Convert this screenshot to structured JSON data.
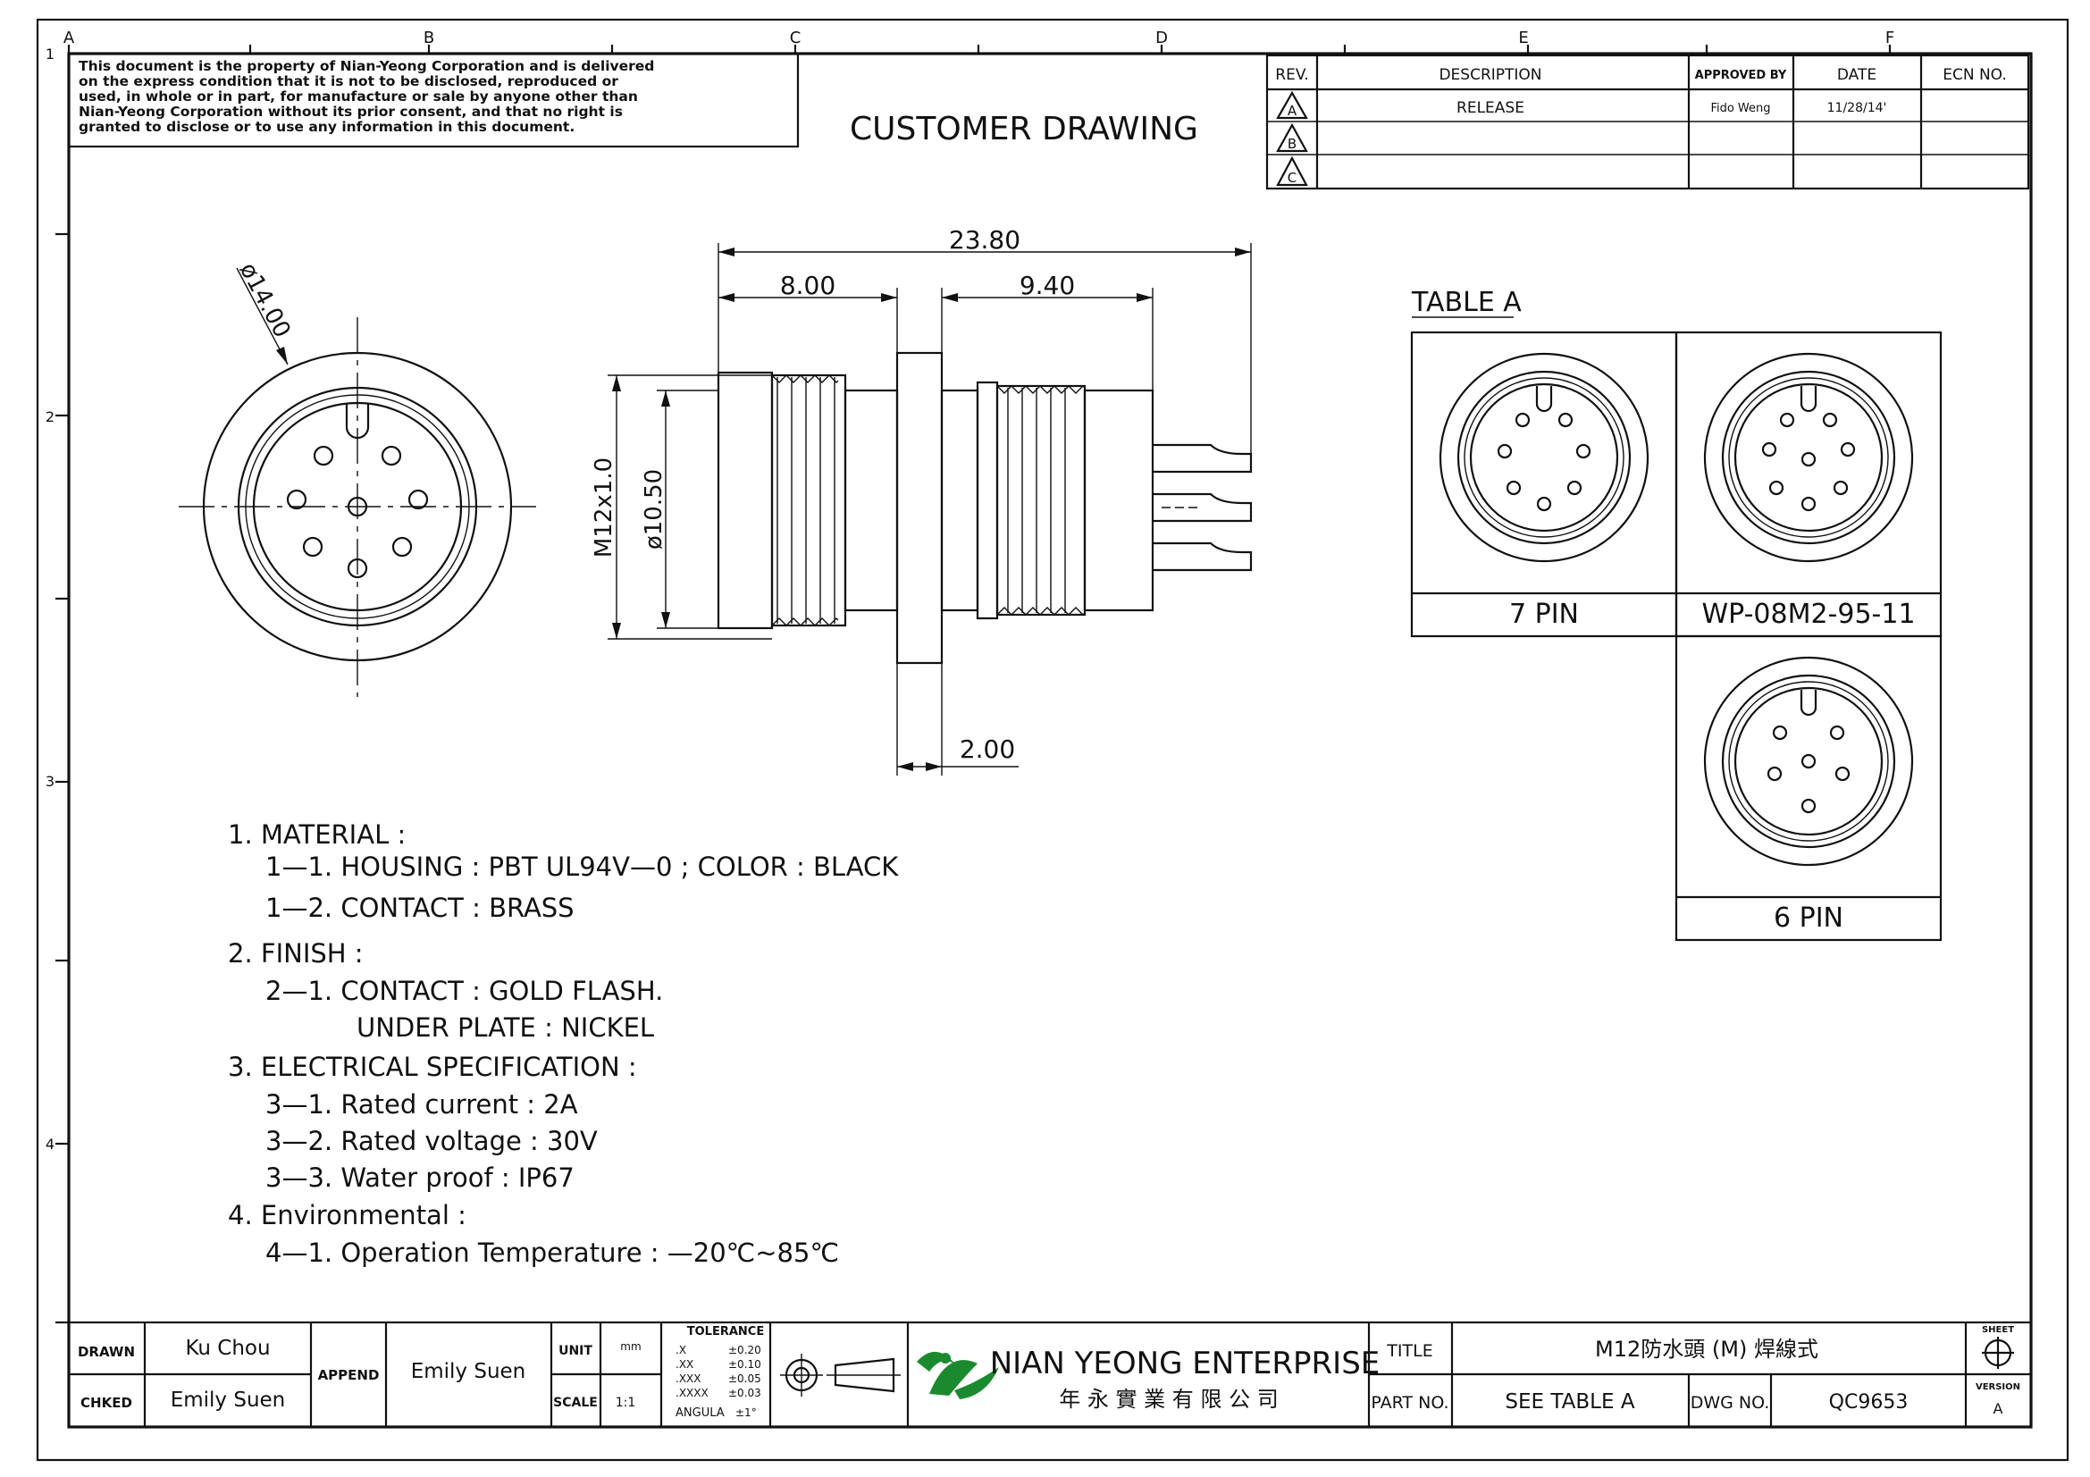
{
  "disclaimer": [
    "This document is the property of Nian-Yeong Corporation and is delivered",
    "on  the  express condition that it is not to be disclosed, reproduced or",
    "used, in whole or in part, for manufacture or sale by anyone other than",
    "Nian-Yeong Corporation without  its prior consent, and that  no right  is",
    "granted to disclose or to use any information in this  document."
  ],
  "drawing_title": "CUSTOMER  DRAWING",
  "grid": {
    "columns": [
      "A",
      "B",
      "C",
      "D",
      "E",
      "F"
    ],
    "rows": [
      "1",
      "2",
      "3",
      "4"
    ]
  },
  "revision_table": {
    "headers": [
      "REV.",
      "DESCRIPTION",
      "APPROVED BY",
      "DATE",
      "ECN NO."
    ],
    "rows": [
      {
        "rev": "A",
        "description": "RELEASE",
        "approved_by": "Fido Weng",
        "date": "11/28/14'",
        "ecn": ""
      },
      {
        "rev": "B",
        "description": "",
        "approved_by": "",
        "date": "",
        "ecn": ""
      },
      {
        "rev": "C",
        "description": "",
        "approved_by": "",
        "date": "",
        "ecn": ""
      }
    ]
  },
  "dimensions": {
    "outer_diameter": "ø14.00",
    "overall_length": "23.80",
    "front_length": "8.00",
    "rear_length": "9.40",
    "thread": "M12x1.0",
    "inner_diameter": "ø10.50",
    "flange": "2.00"
  },
  "table_a": {
    "title": "TABLE A",
    "cells": [
      "7 PIN",
      "WP-08M2-95-11",
      "6 PIN"
    ]
  },
  "notes": [
    "1.  MATERIAL  :",
    "1—1.  HOUSING  :  PBT  UL94V—0  ;  COLOR  :  BLACK",
    "1—2.  CONTACT  :  BRASS",
    "2.  FINISH  :",
    "2—1.  CONTACT  :  GOLD  FLASH.",
    "UNDER  PLATE  :  NICKEL",
    "3.  ELECTRICAL  SPECIFICATION  :",
    "3—1.  Rated  current  :  2A",
    "3—2.  Rated  voltage  :  30V",
    "3—3.  Water  proof  :  IP67",
    "4.  Environmental  :",
    "4—1.  Operation  Temperature  :  —20℃~85℃"
  ],
  "title_block": {
    "drawn_label": "DRAWN",
    "drawn": "Ku Chou",
    "checked_label": "CHKED",
    "checked": "Emily Suen",
    "append_label": "APPEND",
    "append": "Emily Suen",
    "unit_label": "UNIT",
    "unit": "mm",
    "scale_label": "SCALE",
    "scale": "1:1",
    "tolerance_title": "TOLERANCE",
    "tolerances": [
      {
        "k": ".X",
        "v": "±0.20"
      },
      {
        "k": ".XX",
        "v": "±0.10"
      },
      {
        "k": ".XXX",
        "v": "±0.05"
      },
      {
        "k": ".XXXX",
        "v": "±0.03"
      },
      {
        "k": "ANGULA",
        "v": "±1°"
      }
    ],
    "company_en": "NIAN YEONG ENTERPRISE",
    "company_zh": "年 永 實 業 有 限 公 司",
    "title_label": "TITLE",
    "title": "M12防水頭 (M) 焊線式",
    "part_label": "PART NO.",
    "part": "SEE TABLE A",
    "dwg_label": "DWG NO.",
    "dwg": "QC9653",
    "sheet_label": "SHEET",
    "version_label": "VERSION",
    "version": "A"
  }
}
